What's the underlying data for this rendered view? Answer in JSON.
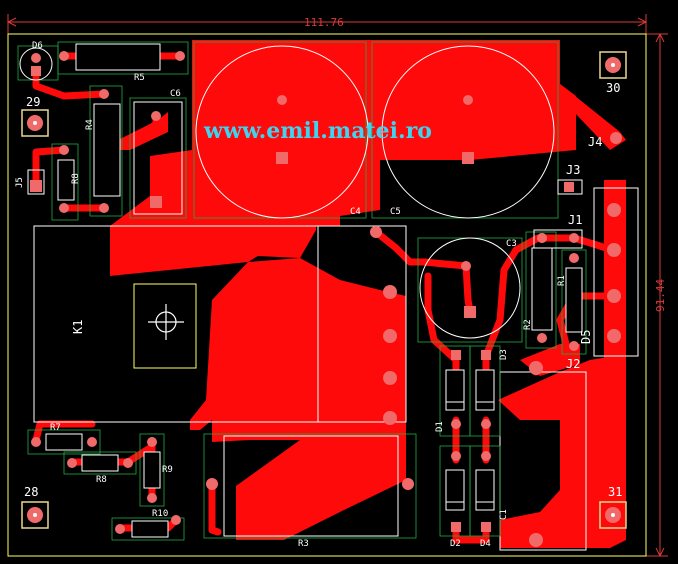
{
  "board": {
    "width_label": "111.76",
    "height_label": "91.44",
    "watermark": "www.emil.matei.ro"
  },
  "colors": {
    "copper": "#ff0a0a",
    "silkscreen": "#ffffff",
    "outline": "#ffff66",
    "pad": "#f06a6a",
    "dimension": "#d83a3a",
    "mounting_hole": "#e8d890",
    "watermark": "#3fd3f0"
  },
  "components": {
    "D6": "D6",
    "R5": "R5",
    "C6": "C6",
    "R4": "R4",
    "R8_top": "R8",
    "J5": "J5",
    "K1": "K1",
    "R7": "R7",
    "R8": "R8",
    "R9": "R9",
    "R10": "R10",
    "R3": "R3",
    "C4": "C4",
    "C5": "C5",
    "C3": "C3",
    "R2": "R2",
    "R1": "R1",
    "J1": "J1",
    "J2": "J2",
    "J3": "J3",
    "J4": "J4",
    "D5": "D5",
    "D1": "D1",
    "D2": "D2",
    "D3": "D3",
    "D4": "D4",
    "C1": "C1"
  },
  "mounting_holes": {
    "h29": "29",
    "h30": "30",
    "h28": "28",
    "h31": "31"
  }
}
